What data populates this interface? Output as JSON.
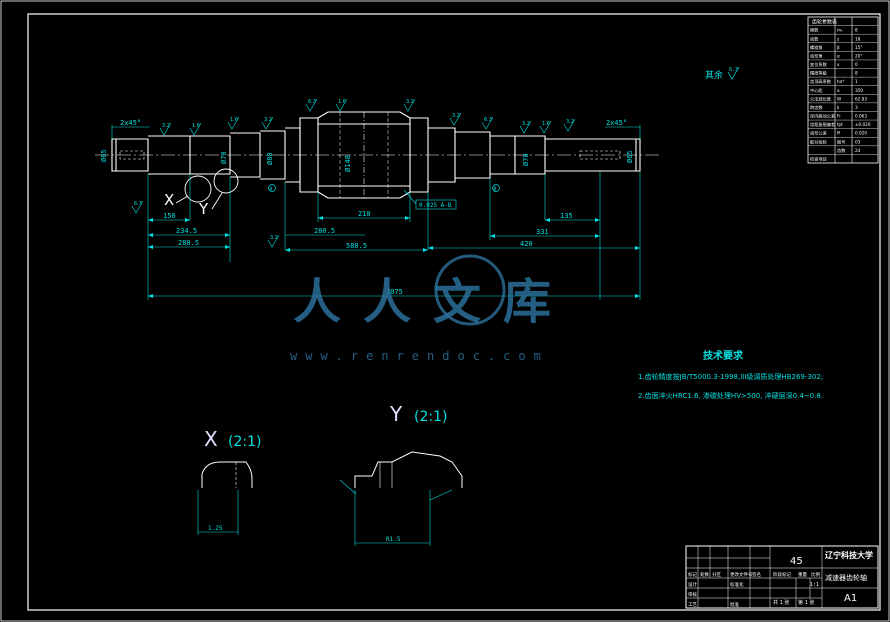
{
  "drawing": {
    "rest_finish": "其余",
    "rest_finish_value": "6.3",
    "tech_title": "技术要求",
    "tech_notes": [
      "1.齿轮精度按JB/T5000.3-1998,III级调质处理HB269-302;",
      "2.齿面淬火HRC1.6, 渗碳处理HV>500, 淬硬层深0.4~0.8."
    ],
    "view_x_letter": "X",
    "view_x_scale": "(2:1)",
    "view_y_letter": "Y",
    "view_y_scale": "(2:1)",
    "leader_x": "X",
    "leader_y": "Y",
    "dims": {
      "d_left_end": "Ø65",
      "d_bear_1": "Ø70",
      "d_seal": "Ø80",
      "d_gear": "Ø148",
      "d_bear_2": "Ø70",
      "d_right_end": "Ø65",
      "len_left": "150",
      "len_2": "234.5",
      "len_3": "280.5",
      "len_gear_out": "280.5",
      "len_gear": "210",
      "len_mid": "580.5",
      "len_right_a": "135",
      "len_right_b": "331",
      "len_right_c": "420",
      "len_total": "1075",
      "chamfer_l": "2x45°",
      "chamfer_r": "2x45°",
      "tol_box": "0.025 A-B",
      "x_detail_dim": "1.25",
      "y_detail_dim": "R1.5"
    },
    "roughness_marks": [
      "3.2",
      "1.6",
      "1.6",
      "3.2",
      "6.3",
      "1.6",
      "3.2",
      "3.2",
      "6.3",
      "3.2",
      "1.6",
      "3.2",
      "6.3",
      "3.2"
    ],
    "datum_a": "A",
    "datum_b": "B"
  },
  "gear_table": {
    "header": "齿轮参数表",
    "rows": [
      [
        "模数",
        "mₙ",
        "8"
      ],
      [
        "齿数",
        "z",
        "18"
      ],
      [
        "螺旋角",
        "β",
        "15°"
      ],
      [
        "齿形角",
        "α",
        "20°"
      ],
      [
        "变位系数",
        "x",
        "0"
      ],
      [
        "精度等级",
        "",
        "8"
      ],
      [
        "齿顶高系数",
        "ha*",
        "1"
      ],
      [
        "中心距",
        "a",
        "350"
      ],
      [
        "公法线长度",
        "W",
        "62.83"
      ],
      [
        "跨齿数",
        "k",
        "3"
      ],
      [
        "径向跳动公差",
        "Fr",
        "0.063"
      ],
      [
        "齿距极限偏差",
        "fpt",
        "±0.020"
      ],
      [
        "齿形公差",
        "ff",
        "0.020"
      ],
      [
        "配对齿轮",
        "图号",
        "03"
      ],
      [
        "",
        "齿数",
        "24"
      ],
      [
        "检查项目",
        "",
        ""
      ]
    ]
  },
  "title_block": {
    "material": "45",
    "school": "辽宁科技大学",
    "part_name": "减速器齿轮轴",
    "drawing_no": "A1",
    "scale": "1:1",
    "sheet": "第 1 张",
    "sheets_total": "共 1 张",
    "weight": "",
    "row_labels": [
      "标记",
      "处数",
      "分区",
      "更改文件号",
      "签名",
      "年月日"
    ],
    "row_labels_2": [
      "设计",
      "",
      "标准化",
      "",
      "阶段标记",
      "重量",
      "比例"
    ],
    "row_labels_3": [
      "审核",
      "",
      "",
      "",
      "",
      "",
      ""
    ],
    "row_labels_4": [
      "工艺",
      "",
      "批准",
      "",
      "",
      "",
      ""
    ]
  },
  "watermark": {
    "text": "人人文库",
    "url": "www.renrendoc.com"
  },
  "colors": {
    "background": "#000000",
    "lines": "#ffffff",
    "dimension": "#00e0e0",
    "notes": "#e0e0ff",
    "watermark": "#2c6f9a"
  }
}
